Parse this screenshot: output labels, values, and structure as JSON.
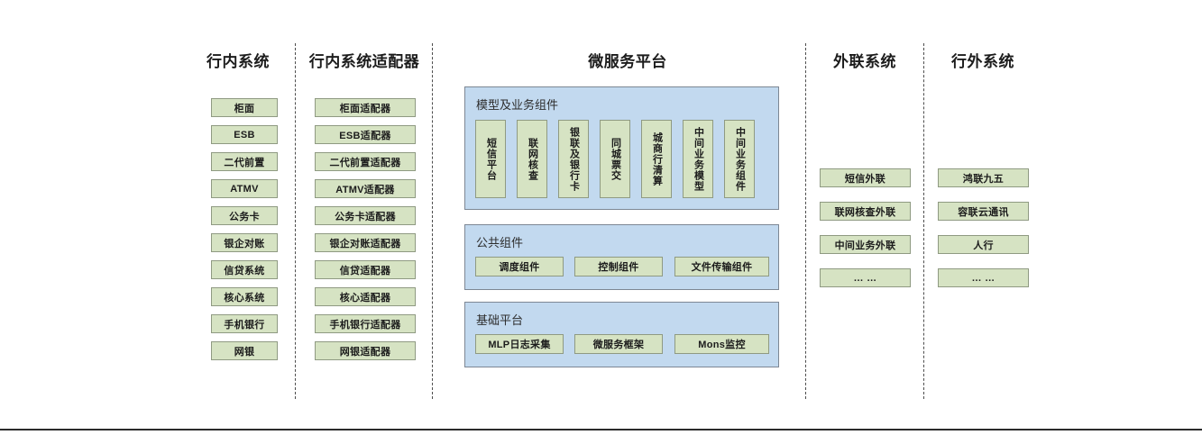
{
  "diagram": {
    "columns": [
      {
        "id": "in-bank-systems",
        "title": "行内系统",
        "items": [
          "柜面",
          "ESB",
          "二代前置",
          "ATMV",
          "公务卡",
          "银企对账",
          "信贷系统",
          "核心系统",
          "手机银行",
          "网银"
        ]
      },
      {
        "id": "in-bank-adapters",
        "title": "行内系统适配器",
        "items": [
          "柜面适配器",
          "ESB适配器",
          "二代前置适配器",
          "ATMV适配器",
          "公务卡适配器",
          "银企对账适配器",
          "信贷适配器",
          "核心适配器",
          "手机银行适配器",
          "网银适配器"
        ]
      },
      {
        "id": "external-link-systems",
        "title": "外联系统",
        "items": [
          "短信外联",
          "联网核查外联",
          "中间业务外联",
          "… …"
        ]
      },
      {
        "id": "out-bank-systems",
        "title": "行外系统",
        "items": [
          "鸿联九五",
          "容联云通讯",
          "人行",
          "… …"
        ]
      }
    ],
    "platform": {
      "title": "微服务平台",
      "groups": [
        {
          "id": "model-business-components",
          "title": "模型及业务组件",
          "orientation": "vertical",
          "items": [
            "短信平台",
            "联网核查",
            "银联及银行卡",
            "同城票交",
            "城商行清算",
            "中间业务模型",
            "中间业务组件"
          ]
        },
        {
          "id": "public-components",
          "title": "公共组件",
          "orientation": "horizontal",
          "items": [
            "调度组件",
            "控制组件",
            "文件传输组件"
          ]
        },
        {
          "id": "base-platform",
          "title": "基础平台",
          "orientation": "horizontal",
          "items": [
            "MLP日志采集",
            "微服务框架",
            "Mons监控"
          ]
        }
      ]
    },
    "colors": {
      "node_fill": "#d6e3c3",
      "node_border": "#8f9a82",
      "panel_fill": "#c2d9ef",
      "panel_border": "#7d8794",
      "divider": "#4d4d4d",
      "text": "#1c1c1c",
      "background": "#ffffff"
    }
  }
}
